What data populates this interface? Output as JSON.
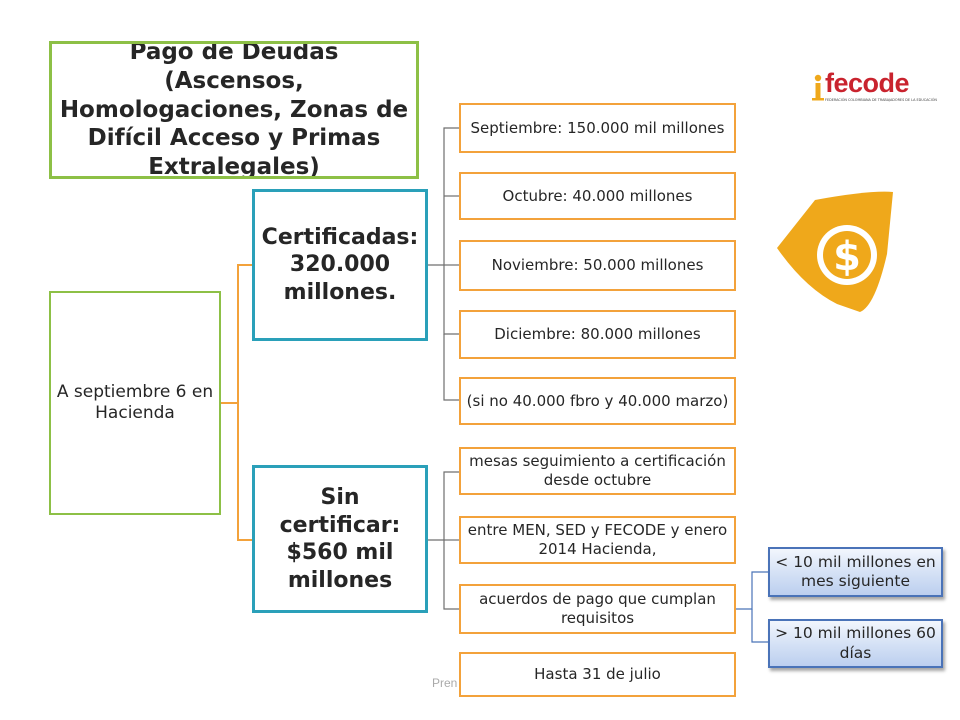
{
  "title": "Pago de Deudas (Ascensos, Homologaciones, Zonas de Difícil Acceso  y Primas Extralegales)",
  "root": "A septiembre 6 en Hacienda",
  "certificadas": {
    "label": "Certificadas: 320.000 millones.",
    "items": [
      "Septiembre: 150.000 mil millones",
      "Octubre: 40.000 millones",
      "Noviembre: 50.000 millones",
      "Diciembre: 80.000 millones",
      "(si no 40.000 fbro y 40.000 marzo)"
    ]
  },
  "sin_certificar": {
    "label": "Sin certificar: $560 mil millones",
    "items": [
      "mesas seguimiento a certificación desde octubre",
      "entre MEN, SED y FECODE y enero 2014 Hacienda,",
      "acuerdos de pago que cumplan requisitos",
      "Hasta 31 de julio"
    ],
    "acuerdos": [
      "< 10 mil millones en mes siguiente",
      "> 10 mil millones 60 días"
    ]
  },
  "logo": {
    "text": "fecode",
    "subtitle": "FEDERACIÓN COLOMBIANA DE TRABAJADORES DE LA EDUCACIÓN",
    "color": "#c9232e"
  },
  "footer": "Pren",
  "icon": "money-dollar-icon",
  "colors": {
    "green": "#8dc046",
    "teal": "#2aa0b9",
    "orange": "#f3a23b",
    "blue": "#4a73b8",
    "gold": "#efa81b"
  }
}
